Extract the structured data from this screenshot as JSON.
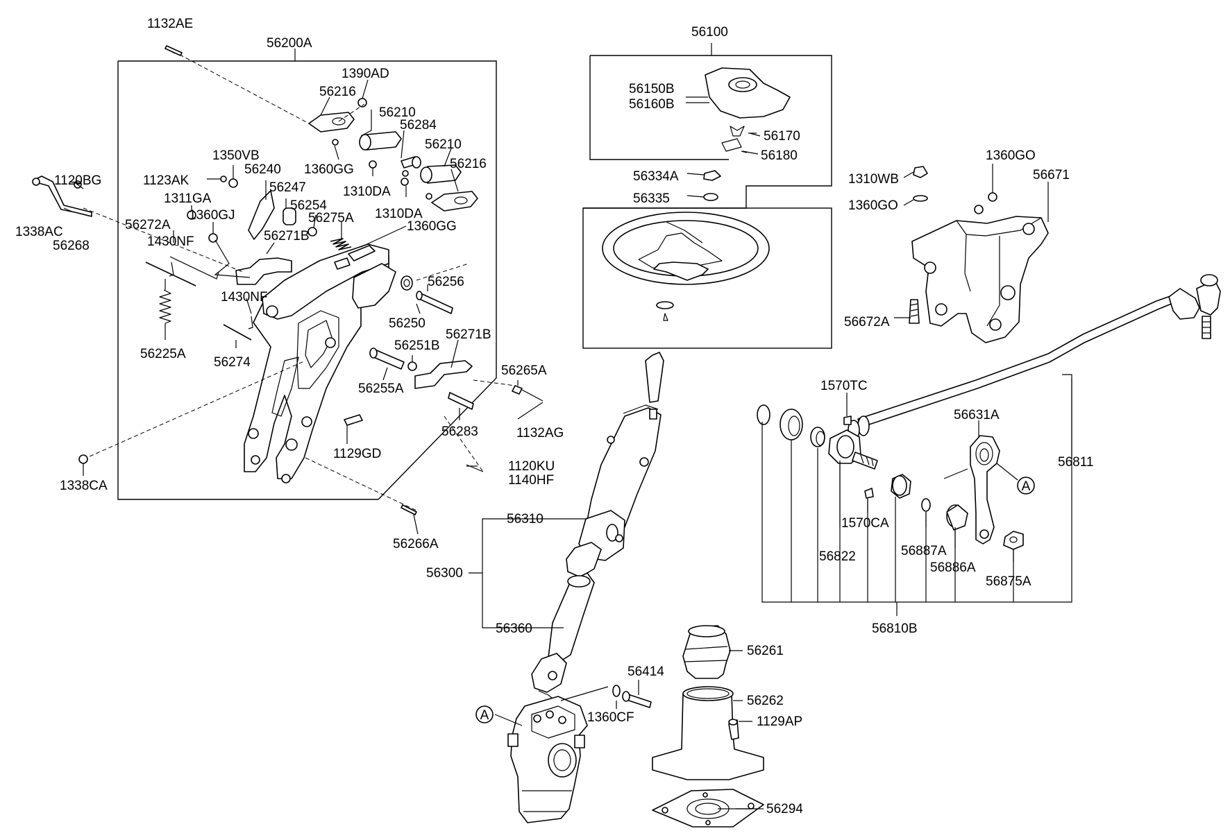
{
  "labels": {
    "p1132AE": "1132AE",
    "p56200A": "56200A",
    "p1390AD": "1390AD",
    "p56216a": "56216",
    "p56210a": "56210",
    "p56284": "56284",
    "p56210b": "56210",
    "p56216b": "56216",
    "p1350VB": "1350VB",
    "p1123AK": "1123AK",
    "p56240": "56240",
    "p1360GGa": "1360GG",
    "p56247": "56247",
    "p1310DAa": "1310DA",
    "p1311GA": "1311GA",
    "p56254": "56254",
    "p1310DAb": "1310DA",
    "p1360GJ": "1360GJ",
    "p56275A": "56275A",
    "p56272A": "56272A",
    "p1360GGb": "1360GG",
    "p56271Ba": "56271B",
    "p1430NFa": "1430NF",
    "p1430NFb": "1430NF",
    "p1120BG": "1120BG",
    "p1338AC": "1338AC",
    "p56268": "56268",
    "p56256": "56256",
    "p56250": "56250",
    "p56251B": "56251B",
    "p56271Bb": "56271B",
    "p56225A": "56225A",
    "p56274": "56274",
    "p56255A": "56255A",
    "p56265A": "56265A",
    "p56283": "56283",
    "p1132AG": "1132AG",
    "p1129GD": "1129GD",
    "p1120KU": "1120KU",
    "p1140HF": "1140HF",
    "p1338CA": "1338CA",
    "p56266A": "56266A",
    "p56100": "56100",
    "p56150B": "56150B",
    "p56160B": "56160B",
    "p56170": "56170",
    "p56180": "56180",
    "p56334A": "56334A",
    "p56335": "56335",
    "p1360GOa": "1360GO",
    "p1310WB": "1310WB",
    "p56671": "56671",
    "p1360GOb": "1360GO",
    "p56672A": "56672A",
    "p1570TC": "1570TC",
    "p56631A": "56631A",
    "p56811": "56811",
    "p1570CA": "1570CA",
    "p56822": "56822",
    "p56887A": "56887A",
    "p56886A": "56886A",
    "p56875A": "56875A",
    "p56810B": "56810B",
    "p56310": "56310",
    "p56300": "56300",
    "p56360": "56360",
    "p56261": "56261",
    "p56414": "56414",
    "p56262": "56262",
    "p1360CF": "1360CF",
    "p1129AP": "1129AP",
    "p56294": "56294",
    "refA1": "A",
    "refA2": "A"
  }
}
